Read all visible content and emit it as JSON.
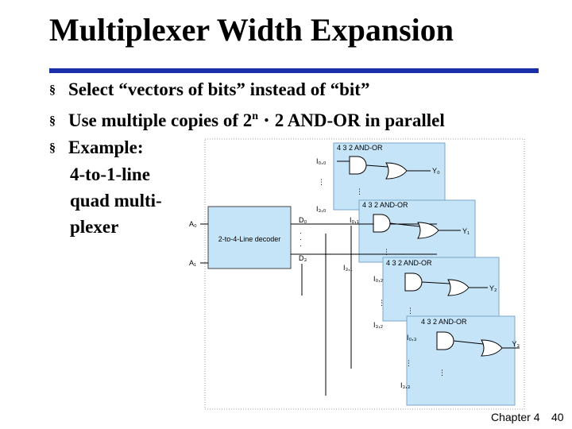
{
  "title": "Multiplexer Width Expansion",
  "bullets": [
    {
      "text": "Select “vectors of bits” instead of “bit”"
    },
    {
      "text_before": "Use multiple copies of 2",
      "superscript": "n",
      "text_after": " ⋅ 2 AND-OR in parallel"
    },
    {
      "text": "Example:",
      "continuation": [
        "4-to-1-line",
        "quad multi-",
        "plexer"
      ]
    }
  ],
  "diagram": {
    "decoder_label": "2-to-4-Line decoder",
    "inputs": [
      "A₀",
      "A₁"
    ],
    "decoder_outputs": [
      "D₀",
      "D₃"
    ],
    "stages": [
      {
        "header": "4 3 2 AND-OR",
        "inputs": [
          "I₀,₀",
          "I₃,₀"
        ],
        "output": "Y₀"
      },
      {
        "header": "4 3 2 AND-OR",
        "inputs": [
          "I₀,₁",
          "I₃,₁"
        ],
        "output": "Y₁"
      },
      {
        "header": "4 3 2 AND-OR",
        "inputs": [
          "I₀,₂",
          "I₃,₂"
        ],
        "output": "Y₂"
      },
      {
        "header": "4 3 2 AND-OR",
        "inputs": [
          "I₀,₃",
          "I₃,₃"
        ],
        "output": "Y₃"
      }
    ],
    "colors": {
      "stage_fill": "#c6e4f7",
      "stage_border": "#7aa6c8",
      "decoder_fill": "#c6e4f7"
    }
  },
  "footer": {
    "chapter": "Chapter 4",
    "page": "40"
  },
  "colors": {
    "title_rule": "#1a2ea8"
  }
}
